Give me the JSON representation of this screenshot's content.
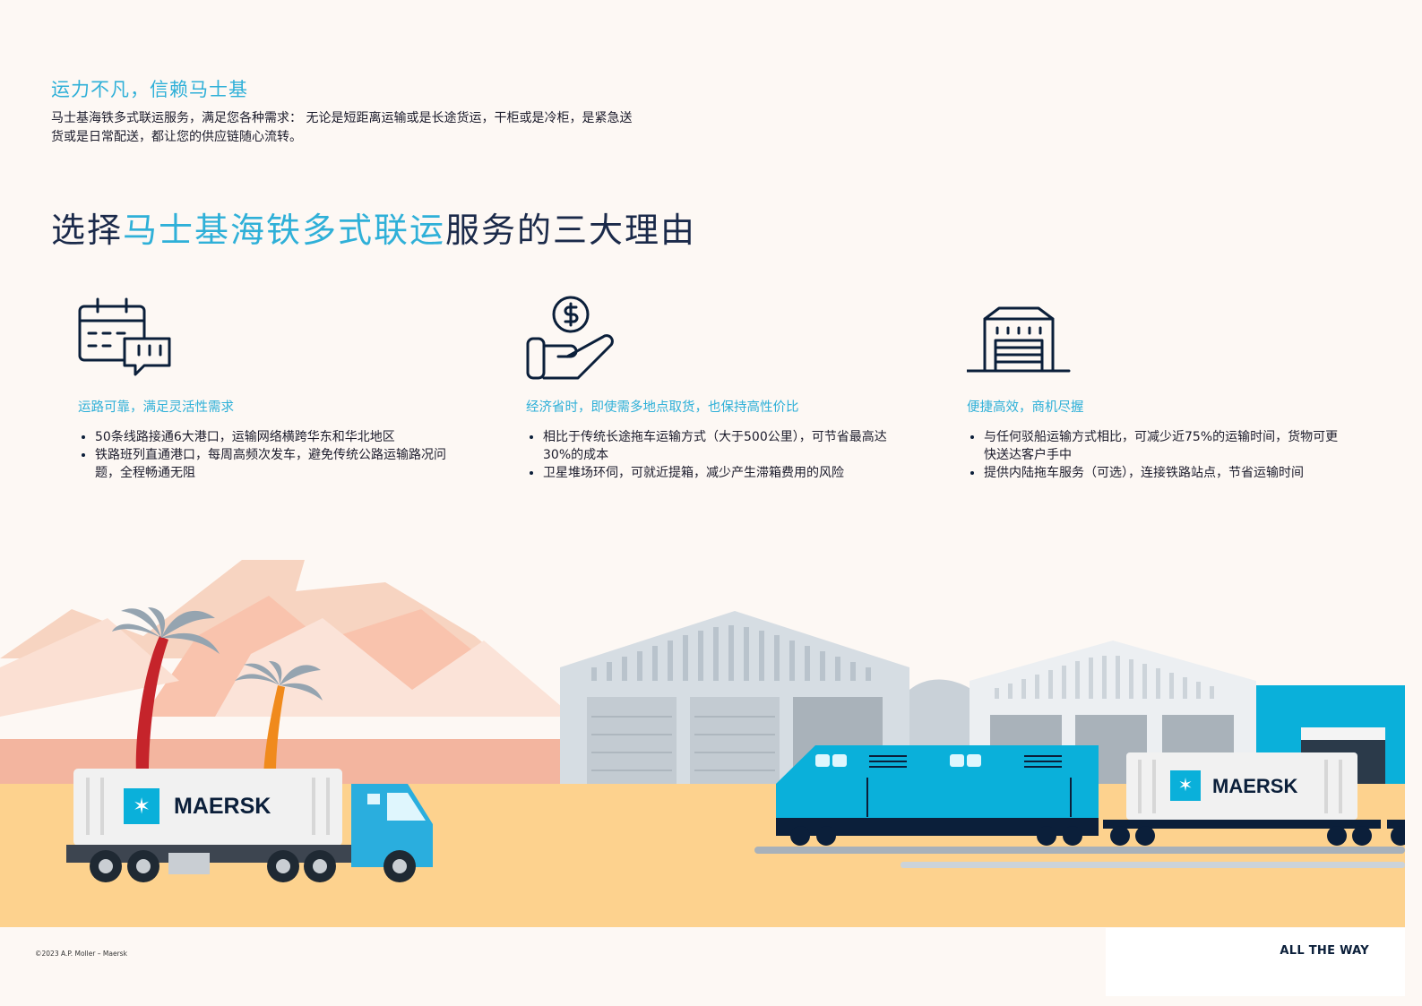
{
  "intro": {
    "heading": "运力不凡，信赖马士基",
    "text": "马士基海铁多式联运服务，满足您各种需求： 无论是短距离运输或是长途货运，干柜或是冷柜，是紧急送货或是日常配送，都让您的供应链随心流转。"
  },
  "main_heading": {
    "part1": "选择",
    "highlight": "马士基海铁多式联运",
    "part2": "服务的三大理由"
  },
  "reasons": [
    {
      "icon": "calendar-chat-icon",
      "title": "运路可靠，满足灵活性需求",
      "bullets": [
        "50条线路接通6大港口，运输网络横跨华东和华北地区",
        "铁路班列直通港口，每周高频次发车，避免传统公路运输路况问题，全程畅通无阻"
      ]
    },
    {
      "icon": "hand-dollar-icon",
      "title": "经济省时，即使需多地点取货，也保持高性价比",
      "bullets": [
        "相比于传统长途拖车运输方式（大于500公里），可节省最高达30%的成本",
        "卫星堆场环伺，可就近提箱，减少产生滞箱费用的风险"
      ]
    },
    {
      "icon": "warehouse-icon",
      "title": "便捷高效，商机尽握",
      "bullets": [
        "与任何驳船运输方式相比，可减少近75%的运输时间，货物可更快送达客户手中",
        "提供内陆拖车服务（可选），连接铁路站点，节省运输时间"
      ]
    }
  ],
  "illustration": {
    "truck_brand": "MAERSK",
    "train_brand": "MAERSK",
    "colors": {
      "sand": "#fdd28e",
      "maersk_blue": "#0ab0da",
      "navy": "#0b1f3a"
    }
  },
  "footer": {
    "copyright": "©2023 A.P. Moller – Maersk",
    "tagline": "ALL THE WAY"
  }
}
